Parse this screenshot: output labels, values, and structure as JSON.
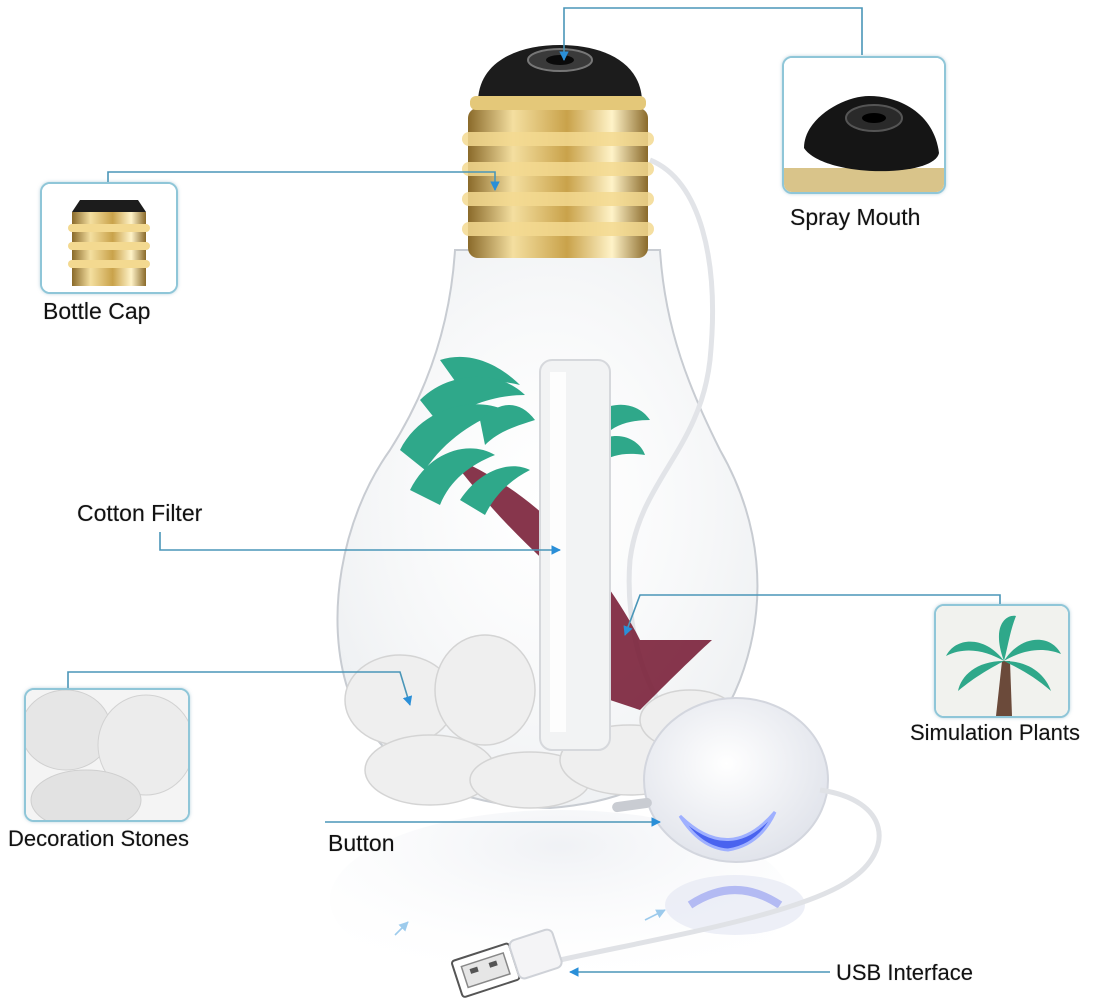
{
  "labels": {
    "bottle_cap": "Bottle Cap",
    "spray_mouth": "Spray Mouth",
    "cotton_filter": "Cotton Filter",
    "decoration_stones": "Decoration Stones",
    "button": "Button",
    "simulation_plants": "Simulation Plants",
    "usb_interface": "USB Interface"
  },
  "colors": {
    "callout_line": "#4a96b8",
    "arrow": "#2a8fd8",
    "thumb_border": "#8fc6d8",
    "cap_gold": "#c9a24a",
    "cap_black": "#1c1c1c",
    "foliage": "#2fa88a",
    "trunk": "#7a2038",
    "stones": "#ececec",
    "light_ring": "#5a6ef0"
  },
  "icons": [
    "bulb-humidifier-image",
    "cap-thumbnail",
    "spray-mouth-thumbnail",
    "stones-thumbnail",
    "plant-thumbnail",
    "usb-plug-icon"
  ]
}
